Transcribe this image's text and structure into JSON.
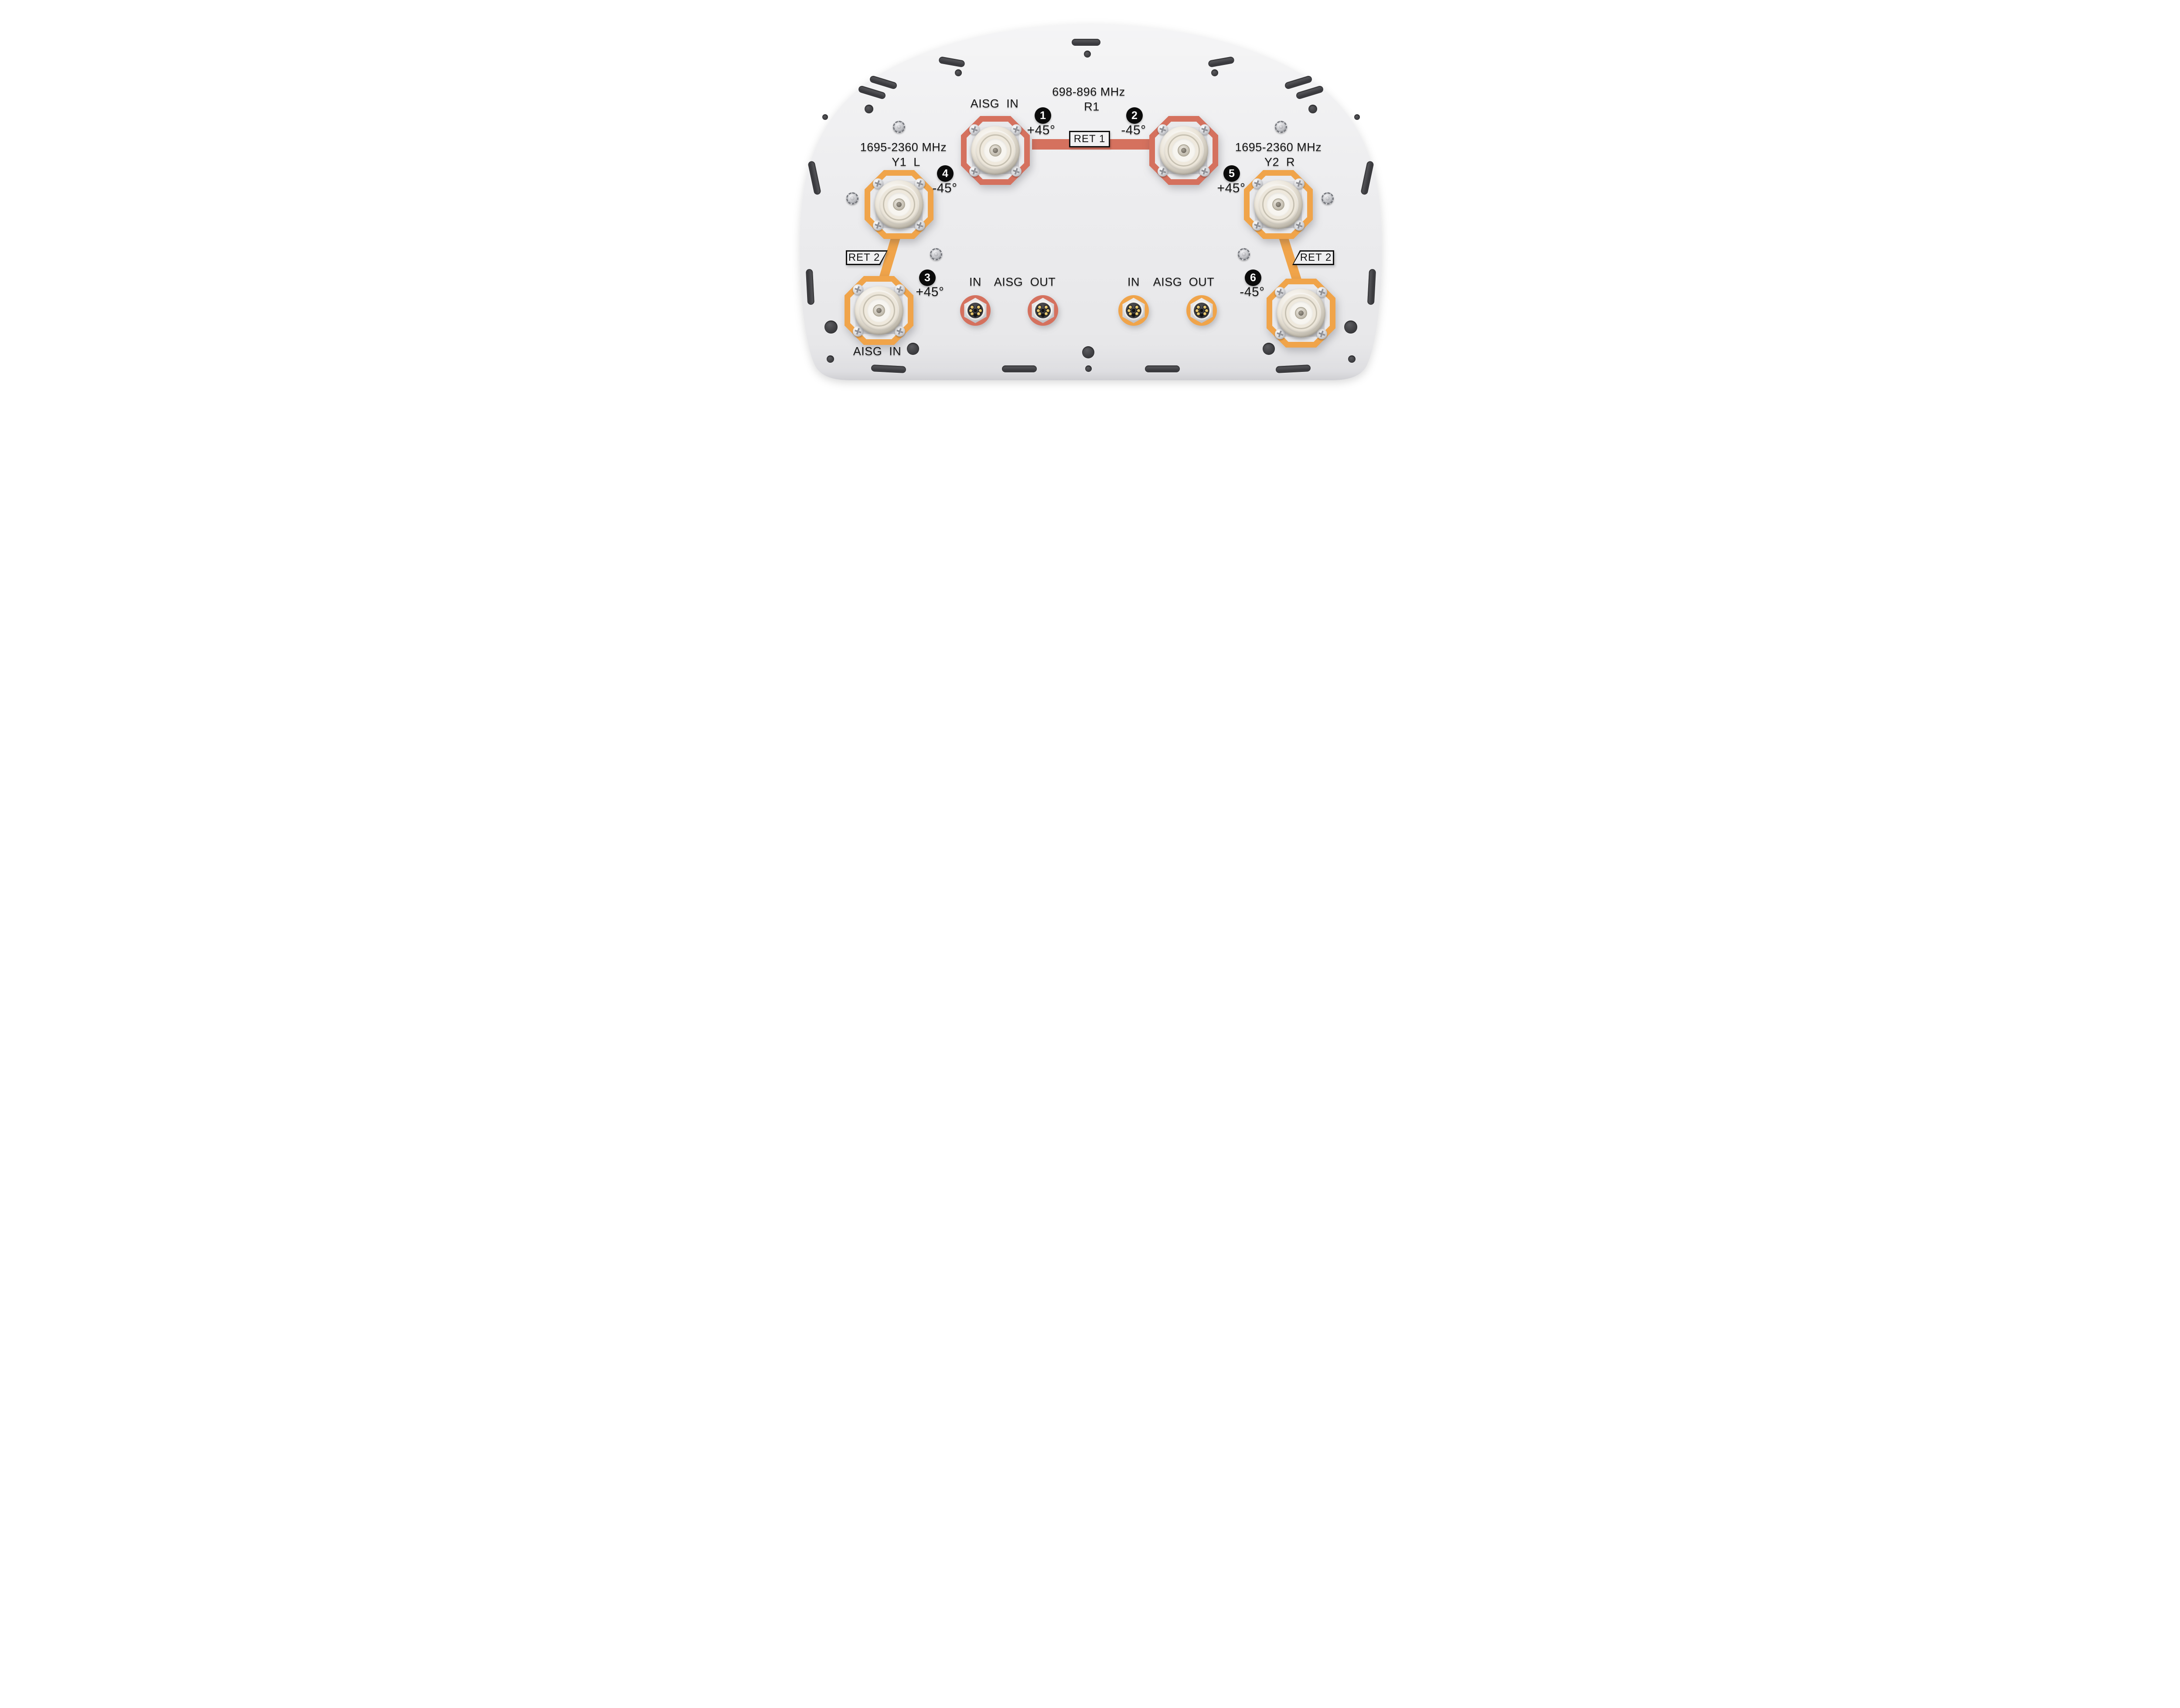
{
  "ports": {
    "r1": {
      "freq": "698-896 MHz",
      "band": "R1",
      "aisg_in_label": "AISG  IN",
      "ret_label": "RET 1",
      "port_plus": {
        "num": "1",
        "pol": "+45°"
      },
      "port_minus": {
        "num": "2",
        "pol": "-45°"
      }
    },
    "y1": {
      "freq": "1695-2360 MHz",
      "band": "Y1  L",
      "ret_label": "RET 2",
      "aisg_in_label": "AISG  IN",
      "port_minus": {
        "num": "4",
        "pol": "-45°"
      },
      "port_plus": {
        "num": "3",
        "pol": "+45°"
      }
    },
    "y2": {
      "freq": "1695-2360 MHz",
      "band": "Y2  R",
      "ret_label": "RET 2",
      "port_plus": {
        "num": "5",
        "pol": "+45°"
      },
      "port_minus": {
        "num": "6",
        "pol": "-45°"
      }
    }
  },
  "aisg": {
    "left": {
      "in_label": "IN",
      "bus_label": "AISG",
      "out_label": "OUT"
    },
    "right": {
      "in_label": "IN",
      "bus_label": "AISG",
      "out_label": "OUT"
    }
  },
  "colors": {
    "ret1_red": "#d5715e",
    "ret2_orange": "#f0a44a",
    "panel_gray": "#ececee",
    "badge_black": "#0b0b0b"
  }
}
